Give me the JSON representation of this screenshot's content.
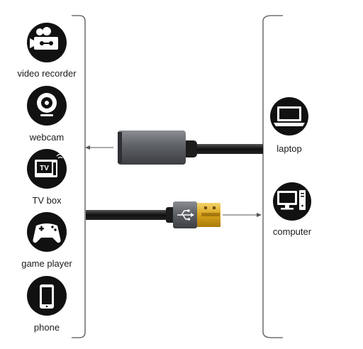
{
  "sources": [
    {
      "label": "video recorder",
      "icon": "video-recorder-icon"
    },
    {
      "label": "webcam",
      "icon": "webcam-icon"
    },
    {
      "label": "TV box",
      "icon": "tv-box-icon",
      "badge": "TV"
    },
    {
      "label": "game player",
      "icon": "gamepad-icon"
    },
    {
      "label": "phone",
      "icon": "phone-icon"
    }
  ],
  "targets": [
    {
      "label": "laptop",
      "icon": "laptop-icon"
    },
    {
      "label": "computer",
      "icon": "desktop-computer-icon"
    }
  ],
  "connectors": {
    "female": {
      "icon": "usb-female-connector-icon"
    },
    "male": {
      "icon": "usb-male-connector-icon"
    }
  },
  "colors": {
    "icon_bg": "#111111",
    "icon_fg": "#ffffff",
    "line": "#555555",
    "housing": "#5e6166",
    "gold": "#d9a21b"
  }
}
